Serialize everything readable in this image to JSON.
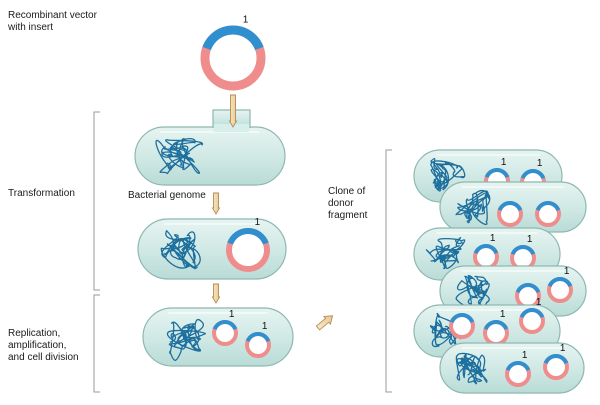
{
  "labels": {
    "recombinant_vector": "Recombinant vector\nwith insert",
    "transformation": "Transformation",
    "bacterial_genome": "Bacterial genome",
    "replication": "Replication,\namplification,\nand cell division",
    "clone": "Clone of\ndonor\nfragment",
    "insert_marker": "1"
  },
  "colors": {
    "cell_fill": "#cfe8e4",
    "cell_stroke": "#8fb7b1",
    "plasmid_red": "#ef8d8d",
    "plasmid_blue": "#2f8fcf",
    "genome_blue": "#1d6f9e",
    "arrow_fill": "#f2dcb2",
    "arrow_stroke": "#b58a52",
    "bracket": "#9a9a9a"
  },
  "icons": {
    "plasmid": "plasmid-icon",
    "genome": "bacterial-genome-icon",
    "arrow": "process-arrow-icon"
  }
}
